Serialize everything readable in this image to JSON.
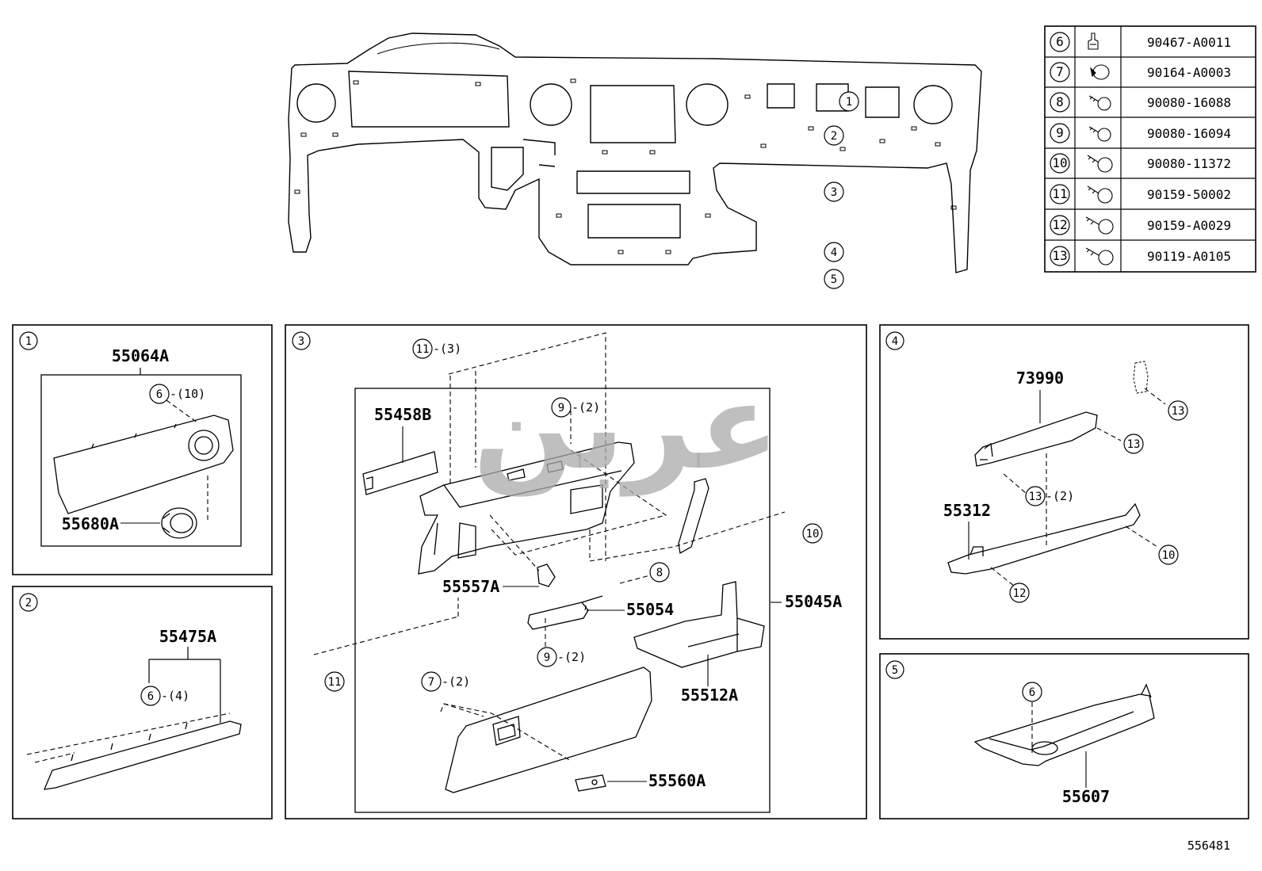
{
  "reference": "556481",
  "watermark": "عربن",
  "fastener_table": [
    {
      "callout": "6",
      "part_number": "90467-A0011",
      "icon": "clip-icon"
    },
    {
      "callout": "7",
      "part_number": "90164-A0003",
      "icon": "rivet-icon"
    },
    {
      "callout": "8",
      "part_number": "90080-16088",
      "icon": "screw-icon"
    },
    {
      "callout": "9",
      "part_number": "90080-16094",
      "icon": "screw-icon"
    },
    {
      "callout": "10",
      "part_number": "90080-11372",
      "icon": "screw-icon"
    },
    {
      "callout": "11",
      "part_number": "90159-50002",
      "icon": "screw-icon"
    },
    {
      "callout": "12",
      "part_number": "90159-A0029",
      "icon": "screw-icon"
    },
    {
      "callout": "13",
      "part_number": "90119-A0105",
      "icon": "screw-icon"
    }
  ],
  "overview": {
    "callouts": [
      "1",
      "2",
      "3",
      "4",
      "5"
    ]
  },
  "panel1": {
    "number": "1",
    "parts": {
      "p1": "55064A",
      "p2": "55680A"
    },
    "fasteners": {
      "f1": {
        "callout": "6",
        "qty": "-(10)"
      }
    }
  },
  "panel2": {
    "number": "2",
    "parts": {
      "p1": "55475A"
    },
    "fasteners": {
      "f1": {
        "callout": "6",
        "qty": "-(4)"
      }
    }
  },
  "panel3": {
    "number": "3",
    "parts": {
      "p1": "55458B",
      "p2": "55557A",
      "p3": "55054",
      "p4": "55045A",
      "p5": "55512A",
      "p6": "55560A"
    },
    "fasteners": {
      "f1": {
        "callout": "11",
        "qty": "-(3)"
      },
      "f2": {
        "callout": "9",
        "qty": "-(2)"
      },
      "f3": {
        "callout": "10",
        "qty": ""
      },
      "f4": {
        "callout": "8",
        "qty": ""
      },
      "f5": {
        "callout": "9",
        "qty": "-(2)"
      },
      "f6": {
        "callout": "11",
        "qty": ""
      },
      "f7": {
        "callout": "7",
        "qty": "-(2)"
      }
    }
  },
  "panel4": {
    "number": "4",
    "parts": {
      "p1": "73990",
      "p2": "55312"
    },
    "fasteners": {
      "f1": {
        "callout": "13",
        "qty": ""
      },
      "f2": {
        "callout": "13",
        "qty": ""
      },
      "f3": {
        "callout": "13",
        "qty": "-(2)"
      },
      "f4": {
        "callout": "10",
        "qty": ""
      },
      "f5": {
        "callout": "12",
        "qty": ""
      }
    }
  },
  "panel5": {
    "number": "5",
    "parts": {
      "p1": "55607"
    },
    "fasteners": {
      "f1": {
        "callout": "6",
        "qty": ""
      }
    }
  }
}
